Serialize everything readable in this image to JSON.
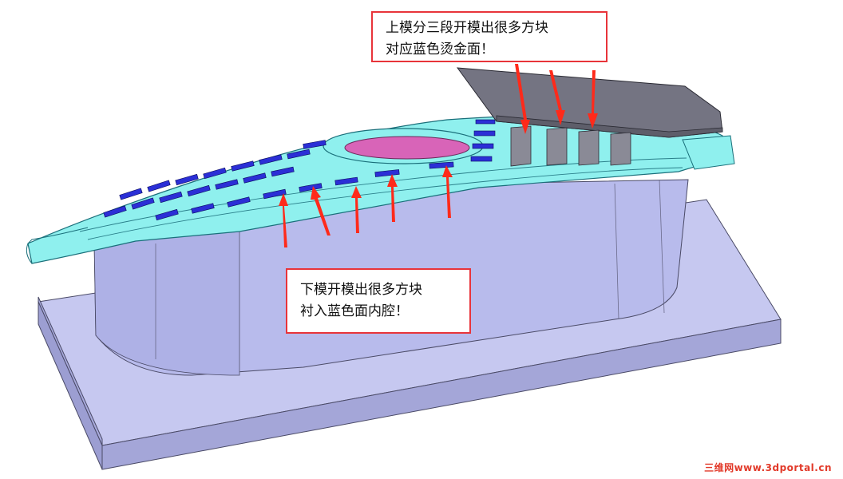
{
  "callouts": {
    "upper_mold": {
      "line1": "上模分三段开模出很多方块",
      "line2": "对应蓝色烫金面！"
    },
    "lower_mold": {
      "line1": "下模开模出很多方块",
      "line2": "衬入蓝色面内腔！"
    }
  },
  "watermark": "三维网www.3dportal.cn",
  "colors": {
    "base_plate": "#c3c5ef",
    "mold_block": "#b6b9ea",
    "part_cyan": "#8ff0ee",
    "blue_blocks": "#2b2fd6",
    "center_pink": "#d864b8",
    "upper_plate": "#7a7a88",
    "arrow_red": "#ff2a1a",
    "callout_border": "#e8343a"
  }
}
